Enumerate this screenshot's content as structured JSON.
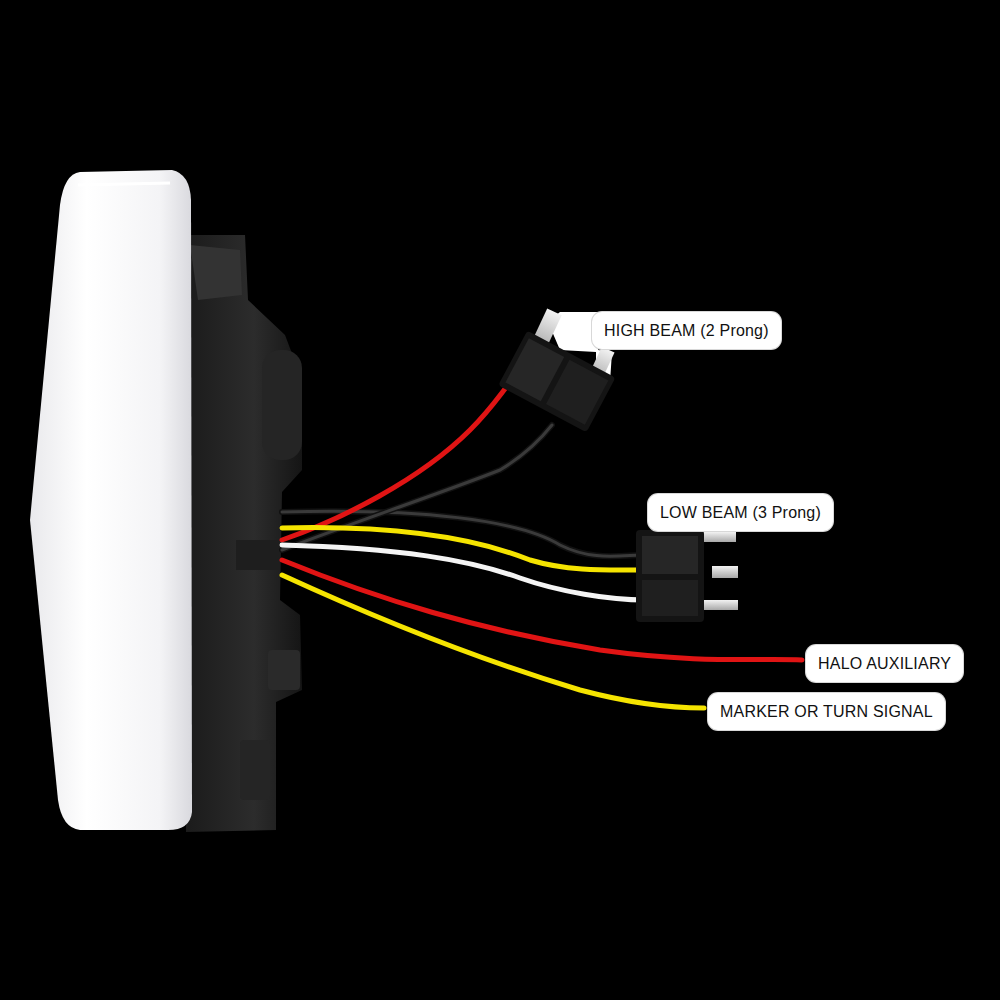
{
  "diagram": {
    "nodes": [
      {
        "text": [
          "HIGH BEAM (2 Prong)"
        ]
      },
      {
        "text": [
          "LOW BEAM (3 Prong)"
        ]
      },
      {
        "text": [
          "HALO AUXILIARY"
        ]
      },
      {
        "text": [
          "MARKER OR TURN SIGNAL"
        ]
      }
    ]
  }
}
